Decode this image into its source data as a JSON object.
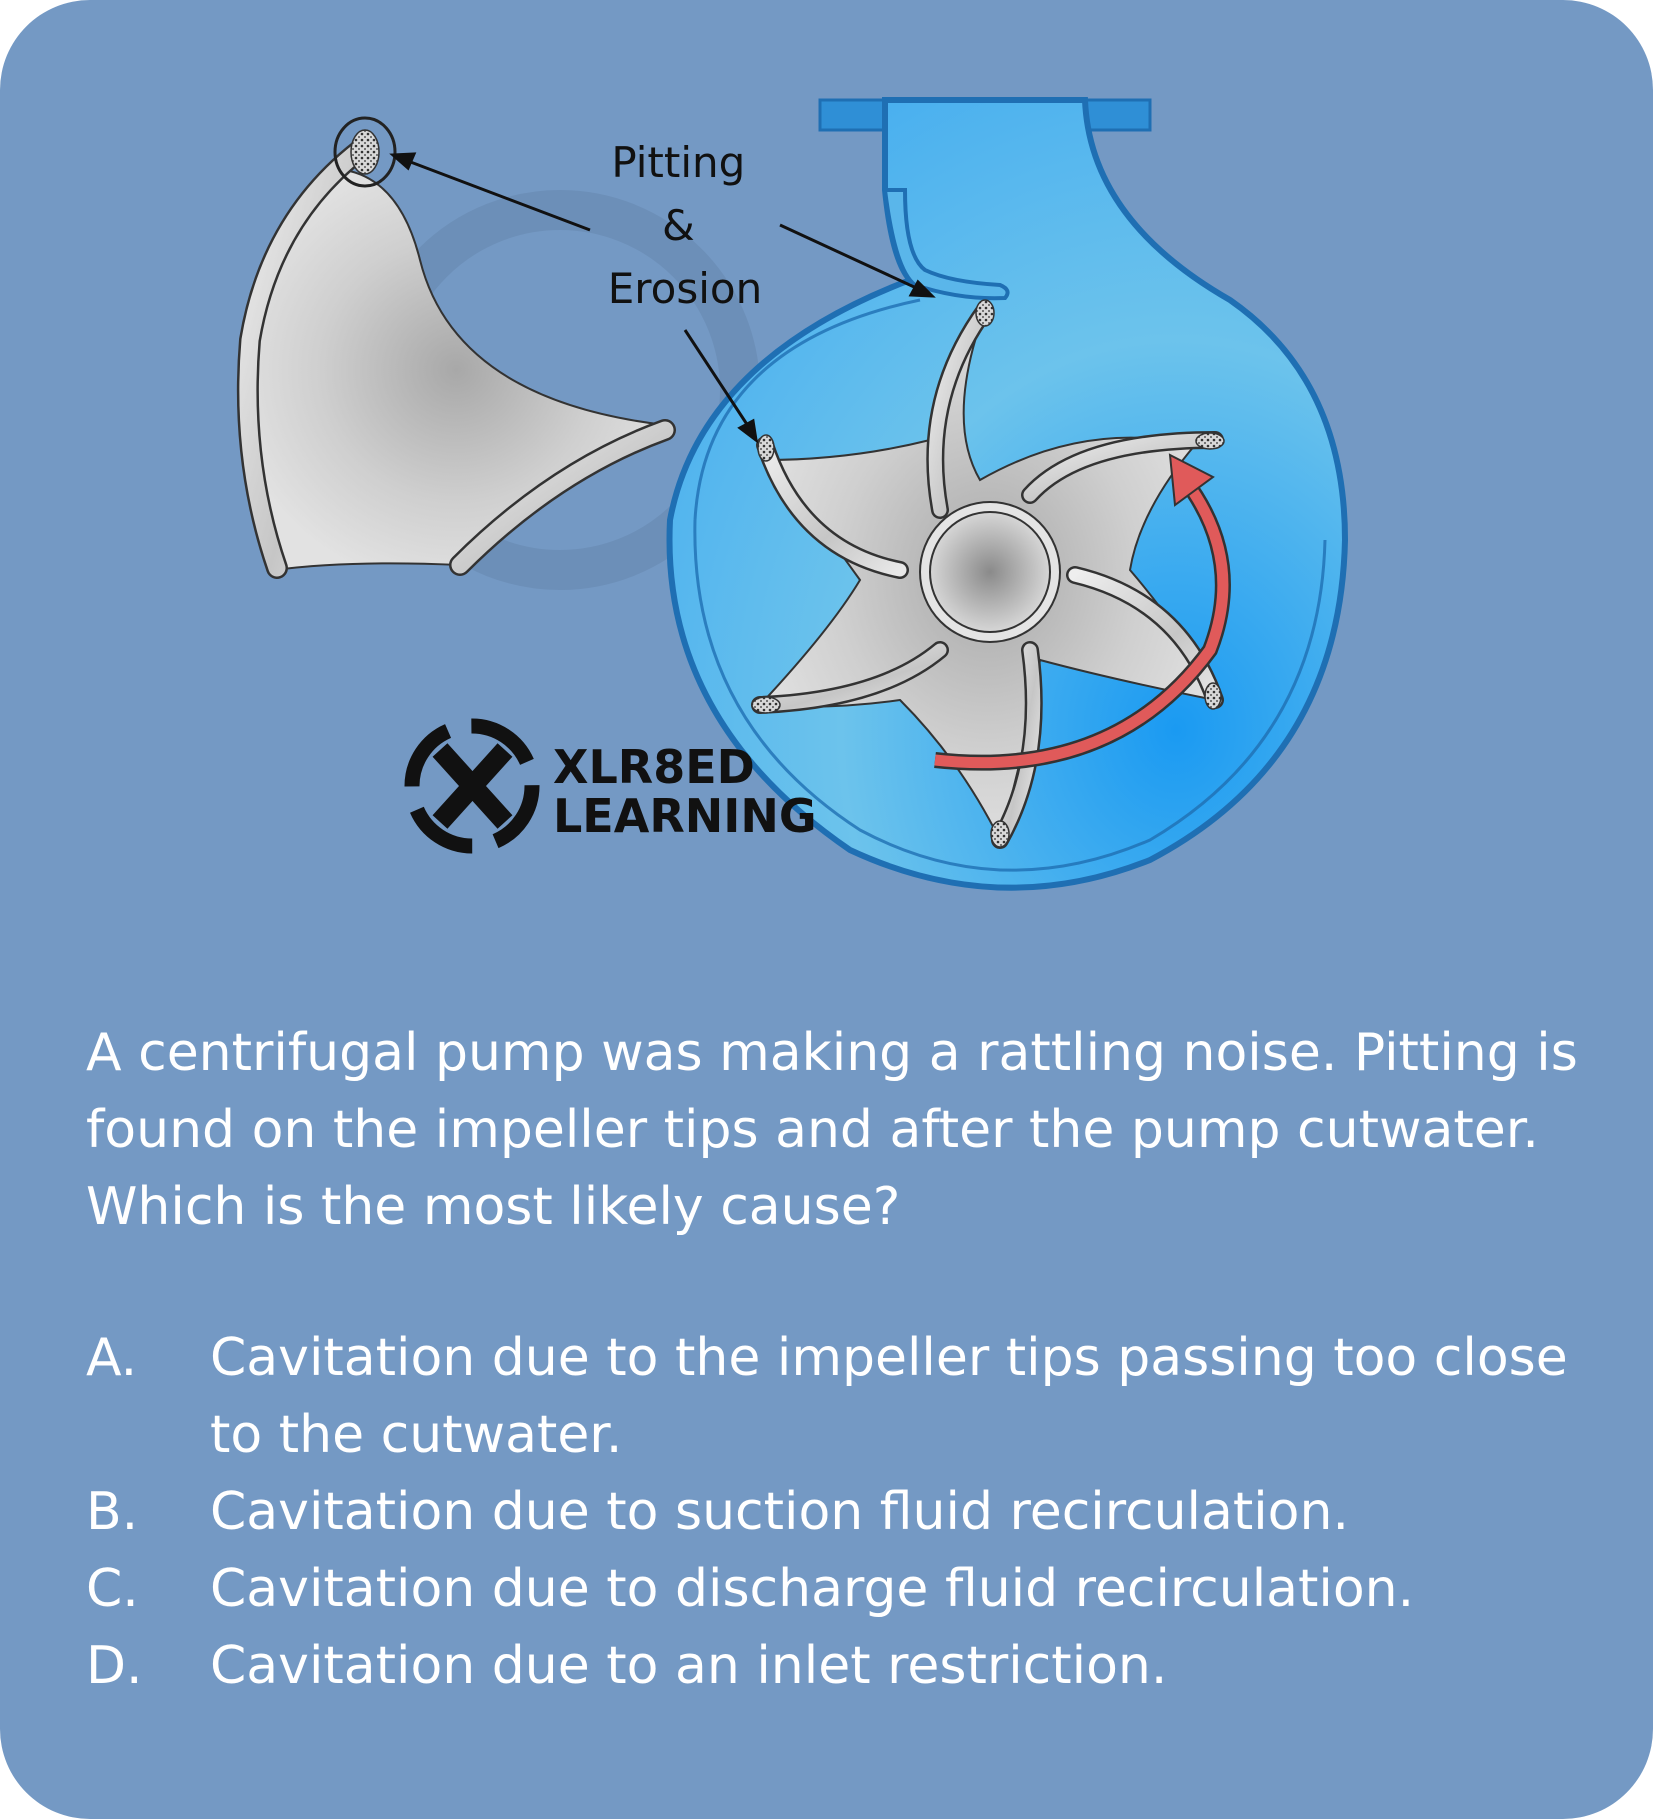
{
  "figure": {
    "annotation_lines": [
      "Pitting",
      "&",
      "Erosion"
    ],
    "logo": {
      "line1": "XLR8ED",
      "line2": "LEARNING"
    }
  },
  "question": "A centrifugal pump was making a rattling noise. Pitting is found on the impeller tips and after the pump cutwater.  Which is the most likely cause?",
  "options": [
    {
      "letter": "A.",
      "text": "Cavitation due to the impeller tips passing too close to the cutwater."
    },
    {
      "letter": "B.",
      "text": "Cavitation due to suction fluid recirculation."
    },
    {
      "letter": "C.",
      "text": "Cavitation due to discharge fluid recirculation."
    },
    {
      "letter": "D.",
      "text": "Cavitation due to an inlet restriction."
    }
  ],
  "colors": {
    "background": "#7499c4",
    "casing_outline": "#1f6fb3",
    "fluid": "#4db3ee",
    "impeller": "#d4d4d4",
    "rotation_arrow": "#e05a5a"
  }
}
